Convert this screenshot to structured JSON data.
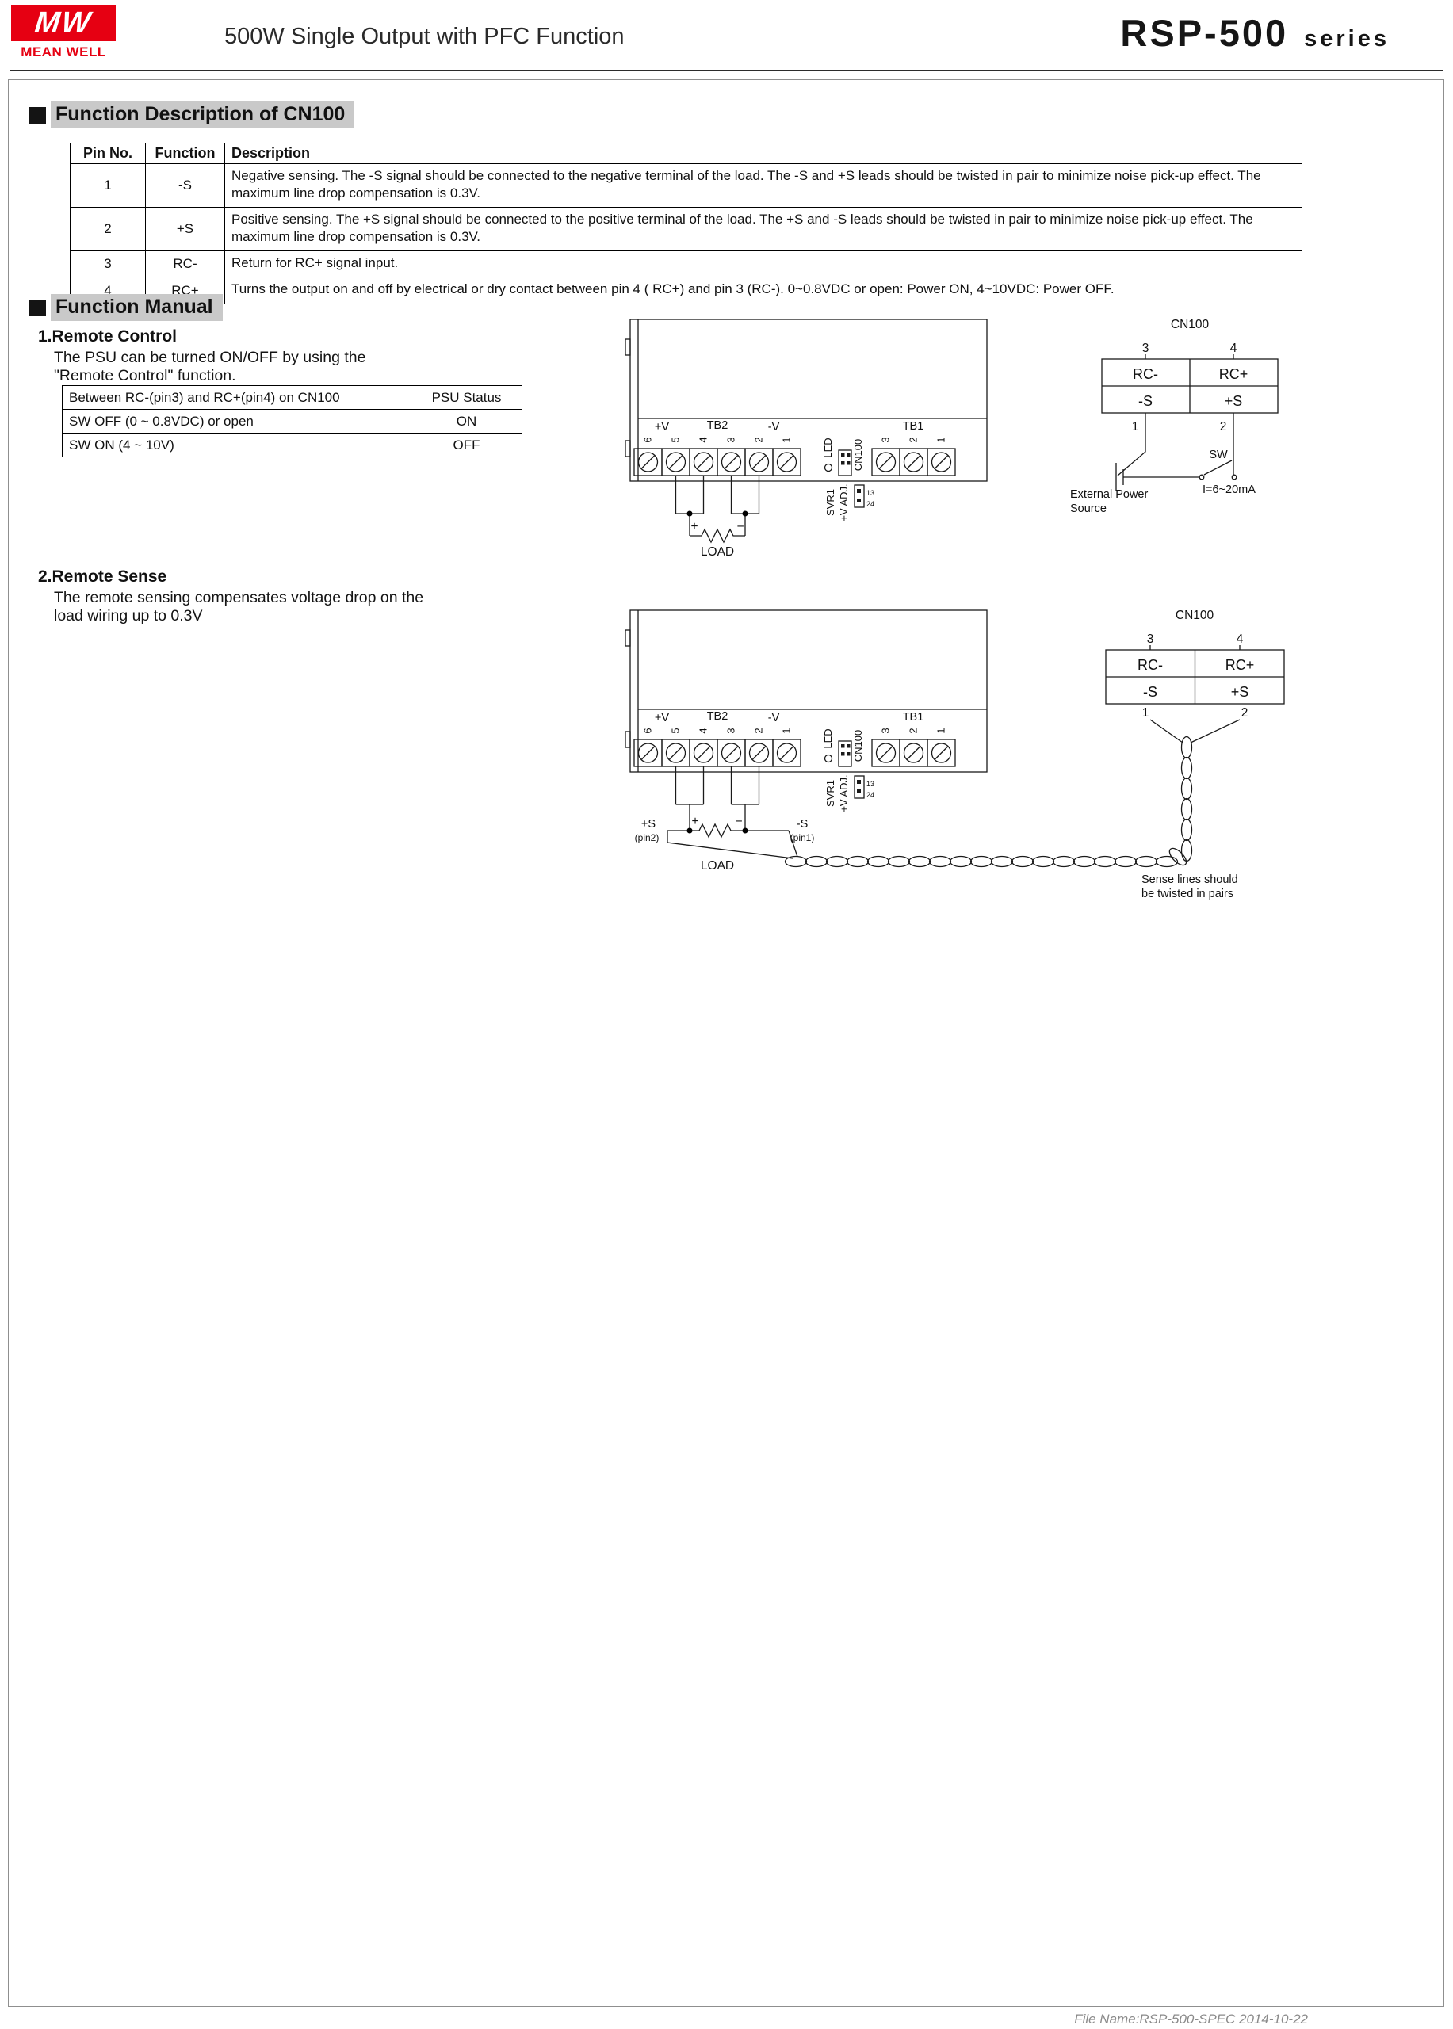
{
  "header": {
    "logo_mark": "MW",
    "logo_text": "MEAN WELL",
    "subtitle": "500W Single Output with PFC Function",
    "series_name": "RSP-500",
    "series_suffix": "series"
  },
  "section_cn100": {
    "title": "Function Description of CN100",
    "table": {
      "headers": [
        "Pin No.",
        "Function",
        "Description"
      ],
      "rows": [
        {
          "pin": "1",
          "fn": "-S",
          "desc": "Negative sensing. The -S signal should be connected to the negative terminal of the load. The -S and +S leads should be twisted in pair to minimize noise pick-up effect. The maximum line drop compensation is 0.3V."
        },
        {
          "pin": "2",
          "fn": "+S",
          "desc": "Positive sensing. The +S signal should be connected to the positive terminal of the load. The +S and -S leads should be twisted in pair to minimize noise pick-up effect. The maximum line drop compensation is 0.3V."
        },
        {
          "pin": "3",
          "fn": "RC-",
          "desc": "Return for RC+ signal input."
        },
        {
          "pin": "4",
          "fn": "RC+",
          "desc": "Turns the output on and off by electrical or dry contact between pin 4 ( RC+) and pin 3 (RC-). 0~0.8VDC or open: Power ON, 4~10VDC: Power OFF."
        }
      ]
    }
  },
  "section_manual": {
    "title": "Function Manual",
    "remote_control": {
      "heading": "1.Remote Control",
      "line1": "The PSU can be turned ON/OFF by using the",
      "line2": "\"Remote Control\" function.",
      "table": {
        "headers": [
          "Between RC-(pin3) and RC+(pin4) on CN100",
          "PSU Status"
        ],
        "rows": [
          {
            "condition": "SW OFF (0 ~ 0.8VDC) or open",
            "status": "ON"
          },
          {
            "condition": "SW ON (4 ~ 10V)",
            "status": "OFF"
          }
        ]
      }
    },
    "remote_sense": {
      "heading": "2.Remote Sense",
      "line1": "The remote sensing compensates voltage drop on the",
      "line2": "load wiring up to 0.3V"
    }
  },
  "diagram1": {
    "psu": {
      "plus_v": "+V",
      "tb2": "TB2",
      "minus_v": "-V",
      "tb2_pins": [
        "6",
        "5",
        "4",
        "3",
        "2",
        "1"
      ],
      "led": "LED",
      "cn100": "CN100",
      "tb1": "TB1",
      "tb1_pins": [
        "3",
        "2",
        "1"
      ],
      "svr1": "SVR1",
      "v_adj": "+V ADJ.",
      "svr_pins": [
        "13",
        "24"
      ]
    },
    "load": {
      "plus": "+",
      "minus": "−",
      "label": "LOAD"
    },
    "connector": {
      "title": "CN100",
      "pin_top": [
        "3",
        "4"
      ],
      "row1": [
        "RC-",
        "RC+"
      ],
      "row2": [
        "-S",
        "+S"
      ],
      "pin_bottom": [
        "1",
        "2"
      ]
    },
    "sw_label": "SW",
    "current": "I=6~20mA",
    "ext_power_line1": "External Power",
    "ext_power_line2": "Source"
  },
  "diagram2": {
    "psu": {
      "plus_v": "+V",
      "tb2": "TB2",
      "minus_v": "-V",
      "tb2_pins": [
        "6",
        "5",
        "4",
        "3",
        "2",
        "1"
      ],
      "led": "LED",
      "cn100": "CN100",
      "tb1": "TB1",
      "tb1_pins": [
        "3",
        "2",
        "1"
      ],
      "svr1": "SVR1",
      "v_adj": "+V ADJ.",
      "svr_pins": [
        "13",
        "24"
      ]
    },
    "load": {
      "plus": "+",
      "minus": "−",
      "label": "LOAD",
      "plus_s": "+S",
      "plus_s_pin": "(pin2)",
      "minus_s": "-S",
      "minus_s_pin": "(pin1)"
    },
    "connector": {
      "title": "CN100",
      "pin_top": [
        "3",
        "4"
      ],
      "row1": [
        "RC-",
        "RC+"
      ],
      "row2": [
        "-S",
        "+S"
      ],
      "pin_bottom": [
        "1",
        "2"
      ]
    },
    "note_line1": "Sense lines should",
    "note_line2": "be twisted in pairs"
  },
  "footer": {
    "text": "File Name:RSP-500-SPEC  2014-10-22"
  }
}
